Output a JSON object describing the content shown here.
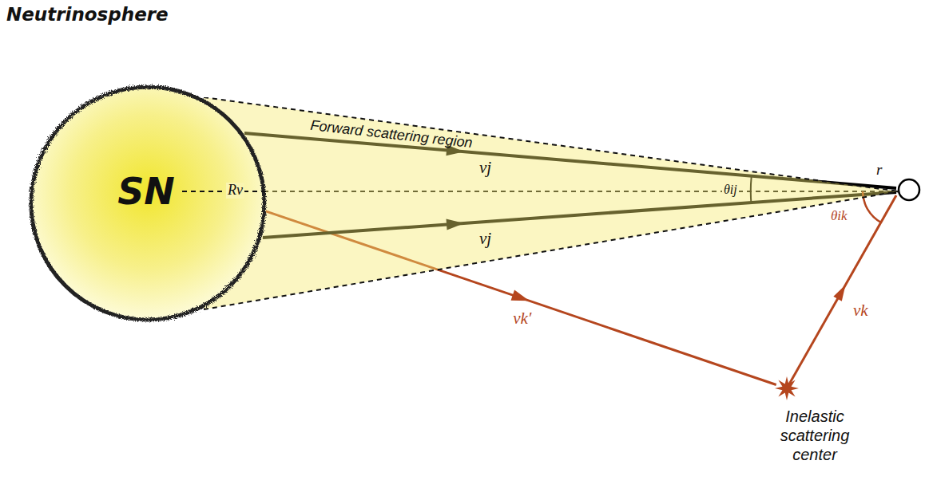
{
  "diagram": {
    "nodes": [
      {
        "text": [
          "SN"
        ]
      },
      {
        "text": [
          "Forward scattering region"
        ]
      },
      {
        "text": [
          "Inelastic scattering center"
        ]
      }
    ],
    "edges": [
      {
        "from": 0,
        "to": 2,
        "arrow": "to",
        "label": "νk′"
      }
    ],
    "labels": [
      "Neutrinosphere",
      "νj",
      "νj",
      "Rν",
      "θij",
      "r",
      "θik",
      "νk"
    ]
  }
}
